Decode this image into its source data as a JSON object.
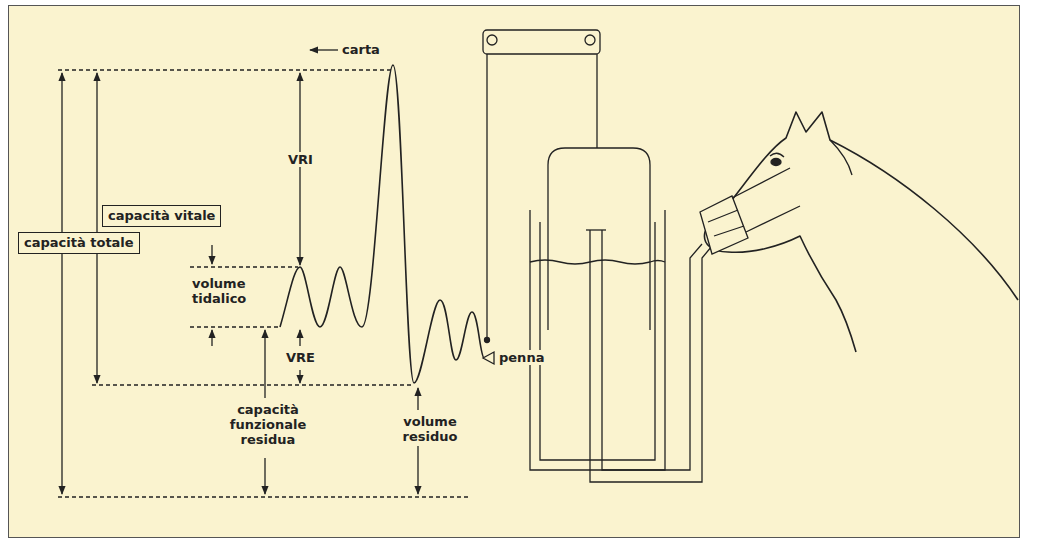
{
  "diagram": {
    "nodes": [
      {
        "text": [
          "capacità totale"
        ]
      },
      {
        "text": [
          "capacità vitale"
        ]
      }
    ],
    "labels": [
      "carta",
      "VRI",
      "volume tidalico",
      "VRE",
      "capacità funzionale residua",
      "volume residuo",
      "penna"
    ]
  }
}
